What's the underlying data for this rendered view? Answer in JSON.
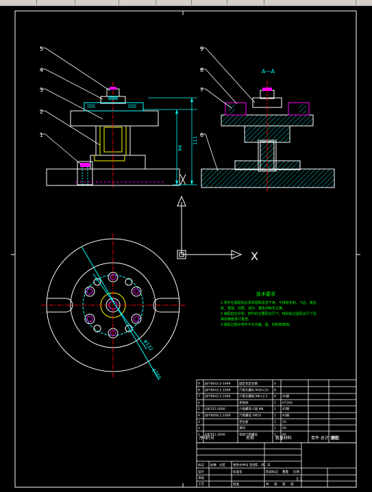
{
  "toolbar": {
    "fields": [
      "",
      "",
      "",
      "",
      "",
      "",
      "",
      ""
    ]
  },
  "drawing": {
    "section_label": "A—A",
    "balloons": [
      "1",
      "2",
      "3",
      "4",
      "5",
      "6",
      "7",
      "8",
      "9"
    ],
    "dim_94": "94",
    "dim_111": "111",
    "dim_132": "φ132",
    "dim_265": "φ265",
    "ucs_x": "X"
  },
  "tech_notes": {
    "title": "技术要求",
    "lines": [
      "1.零件在装配前必须清理和清洗干净，不得有毛刺、飞边、氧化",
      "皮、锈蚀、切屑、油污、着色剂和灰尘等。",
      "2.装配前应对零、部件的主要配合尺寸，特别是过盈配合尺寸及",
      "相关精度进行复查。",
      "3.装配过程中零件不允许磕、碰、划伤和锈蚀。"
    ]
  },
  "bom": {
    "header": [
      "序号",
      "代号",
      "名称",
      "数量",
      "材料",
      "单件 总计 重量",
      "备注"
    ],
    "rows": [
      [
        "9",
        "JB/T8043.2-1999",
        "固定式定位销",
        "4",
        "",
        "",
        ""
      ],
      [
        "8",
        "JB/T8043.2-1999",
        "六角头螺钉 M10×25",
        "8",
        "",
        "",
        ""
      ],
      [
        "7",
        "JB/T8043.2-1999",
        "六角头螺栓 M6×2.5",
        "8",
        "45钢",
        "",
        ""
      ],
      [
        "6",
        "",
        "夹具体",
        "1",
        "HT200",
        "",
        ""
      ],
      [
        "5",
        "GB/T41-2000",
        "六角螺母-C级 M8",
        "1",
        "45钢",
        "",
        ""
      ],
      [
        "4",
        "JB/T8008.1-1999",
        "六角螺母 ΛM10",
        "1",
        "45钢",
        "",
        ""
      ],
      [
        "3",
        "",
        "定位套",
        "1",
        "20",
        "",
        ""
      ],
      [
        "2",
        "",
        "滑块",
        "1",
        "20",
        "",
        ""
      ],
      [
        "1",
        "GB/T41-2000",
        "带肩六角螺母",
        "1",
        "45",
        "",
        ""
      ]
    ]
  },
  "title_block": {
    "scale": "1:1",
    "labels": [
      "标记",
      "处数",
      "分区",
      "更改文件号",
      "签名",
      "年、月、日",
      "设计",
      "标准化",
      "阶段标记",
      "重量",
      "比例",
      "审核",
      "工艺",
      "批准",
      "共",
      "张",
      "第",
      "张"
    ]
  }
}
